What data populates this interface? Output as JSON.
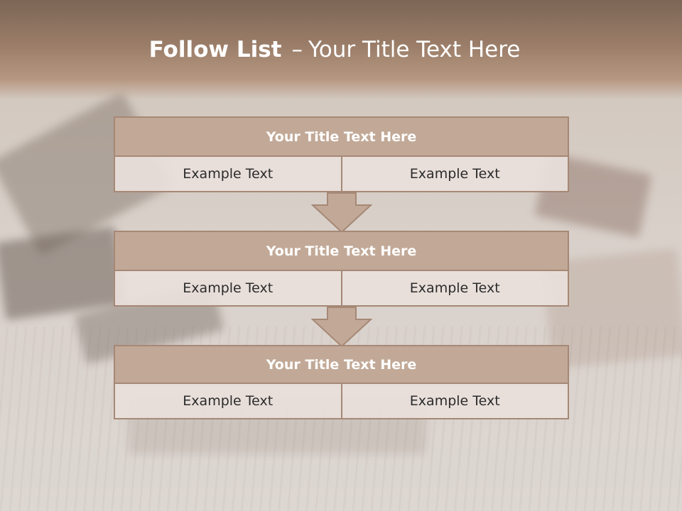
{
  "title": {
    "strong": "Follow List",
    "dash": "–",
    "sub": "Your Title Text Here"
  },
  "blocks": [
    {
      "header": "Your Title Text Here",
      "left": "Example Text",
      "right": "Example Text"
    },
    {
      "header": "Your Title Text Here",
      "left": "Example Text",
      "right": "Example Text"
    },
    {
      "header": "Your Title Text Here",
      "left": "Example Text",
      "right": "Example Text"
    }
  ],
  "colors": {
    "header_fill": "#c2a997",
    "border": "#a68876",
    "cell_fill": "#e9e0db",
    "title_band": "#9a7d68"
  }
}
